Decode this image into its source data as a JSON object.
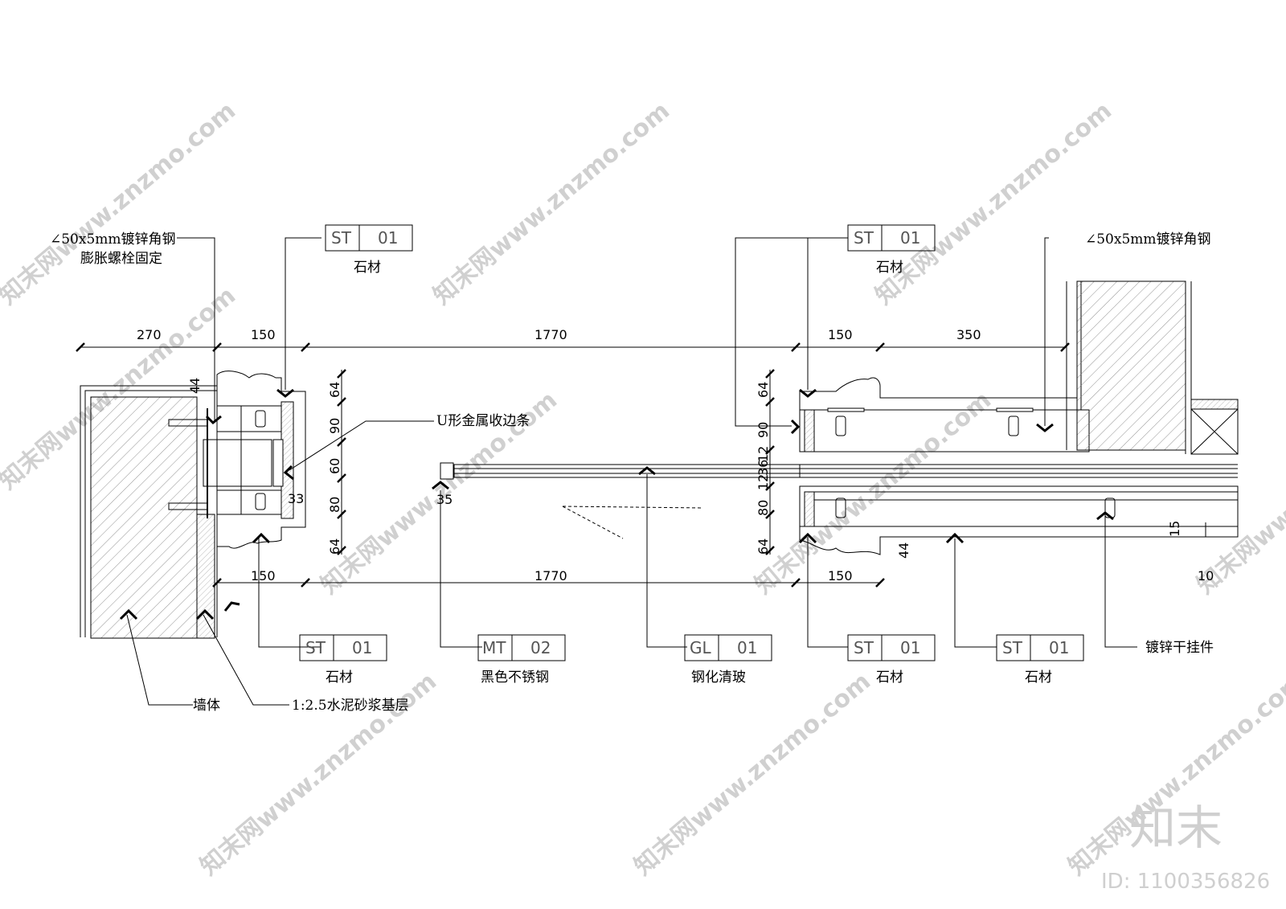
{
  "dimensions_top": [
    "270",
    "150",
    "1770",
    "150",
    "350"
  ],
  "dimensions_bottom": [
    "150",
    "1770",
    "150"
  ],
  "dimensions_left_vertical": [
    "64",
    "90",
    "60",
    "80",
    "64"
  ],
  "dimensions_right_vertical": [
    "64",
    "90",
    "12",
    "36",
    "12",
    "80",
    "64"
  ],
  "dimensions_small": {
    "d44_left": "44",
    "d33": "33",
    "d35": "35",
    "d44_right": "44",
    "d15": "15",
    "d10": "10"
  },
  "callouts_top": {
    "angle_steel_left": "∠50x5mm镀锌角钢",
    "expansion_bolt": "膨胀螺栓固定",
    "angle_steel_right": "∠50x5mm镀锌角钢",
    "u_trim": "U形金属收边条"
  },
  "tags": [
    {
      "code": "ST",
      "num": "01",
      "name": "石材"
    },
    {
      "code": "ST",
      "num": "01",
      "name": "石材"
    },
    {
      "code": "ST",
      "num": "01",
      "name": "石材"
    },
    {
      "code": "MT",
      "num": "02",
      "name": "黑色不锈钢"
    },
    {
      "code": "GL",
      "num": "01",
      "name": "钢化清玻"
    },
    {
      "code": "ST",
      "num": "01",
      "name": "石材"
    },
    {
      "code": "ST",
      "num": "01",
      "name": "石材"
    }
  ],
  "callouts_bottom": {
    "wall": "墙体",
    "mortar": "1:2.5水泥砂浆基层",
    "hanger": "镀锌干挂件"
  },
  "watermark": {
    "site": "知末网www.znzmo.com",
    "brand": "知末",
    "id": "ID: 1100356826"
  }
}
